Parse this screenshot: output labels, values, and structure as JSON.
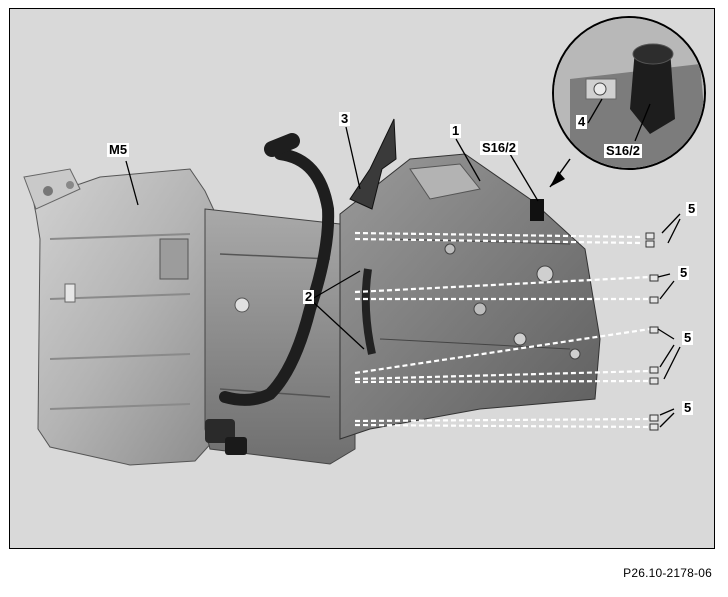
{
  "figure_id": "P26.10-2178-06",
  "callouts": {
    "m5": "M5",
    "c1": "1",
    "c2": "2",
    "c3": "3",
    "c4": "4",
    "c5a": "5",
    "c5b": "5",
    "c5c": "5",
    "c5d": "5",
    "s16_main": "S16/2",
    "s16_inset": "S16/2"
  },
  "colors": {
    "background": "#d9d9d9",
    "casting_light": "#bdbdbd",
    "casting_dark": "#7a7a7a",
    "hose": "#1e1e1e",
    "label_bg": "#ffffff",
    "line": "#000000"
  }
}
